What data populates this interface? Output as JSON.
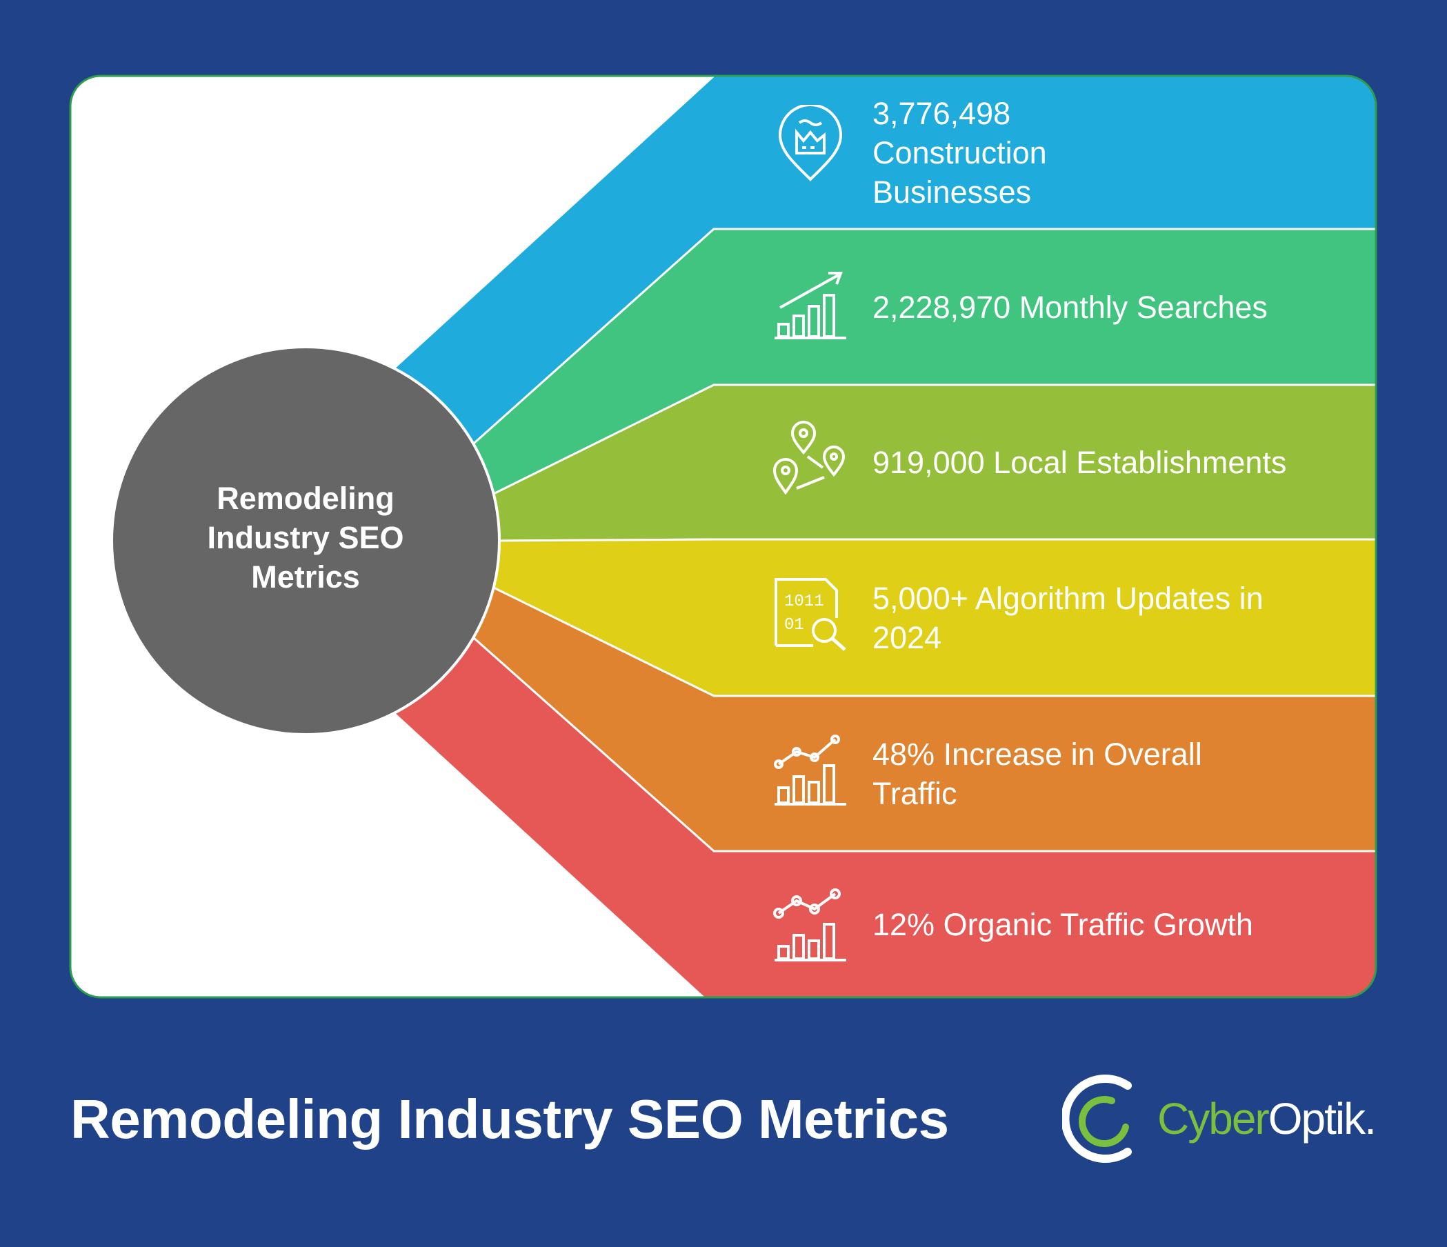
{
  "title": "Remodeling Industry SEO Metrics",
  "center_label": "Remodeling Industry SEO Metrics",
  "colors": {
    "background": "#1f4289",
    "panel": "#ffffff",
    "panel_border": "#2e9d4e",
    "circle": "#666666",
    "logo_green": "#7bbf3e",
    "logo_white": "#ffffff"
  },
  "items": [
    {
      "label": "3,776,498 Construction Businesses",
      "lines": [
        "3,776,498",
        "Construction",
        "Businesses"
      ],
      "icon": "factory-location-pin-icon",
      "color": "#1fabdb"
    },
    {
      "label": "2,228,970 Monthly Searches",
      "lines": [
        "2,228,970 Monthly Searches"
      ],
      "icon": "bar-chart-up-arrow-icon",
      "color": "#40c47f"
    },
    {
      "label": "919,000 Local Establishments",
      "lines": [
        "919,000 Local Establishments"
      ],
      "icon": "map-pins-route-icon",
      "color": "#95bf3b"
    },
    {
      "label": "5,000+ Algorithm Updates in 2024",
      "lines": [
        "5,000+ Algorithm Updates in",
        "2024"
      ],
      "icon": "binary-document-search-icon",
      "color": "#dfcf17"
    },
    {
      "label": "48% Increase in Overall Traffic",
      "lines": [
        "48% Increase in Overall",
        "Traffic"
      ],
      "icon": "bar-chart-trend-line-icon",
      "color": "#e08331"
    },
    {
      "label": "12% Organic Traffic Growth",
      "lines": [
        "12% Organic Traffic Growth"
      ],
      "icon": "bar-chart-growth-line-icon",
      "color": "#e55855"
    }
  ],
  "logo": {
    "part1": "Cyber",
    "part2": "Optik",
    "suffix": "."
  }
}
